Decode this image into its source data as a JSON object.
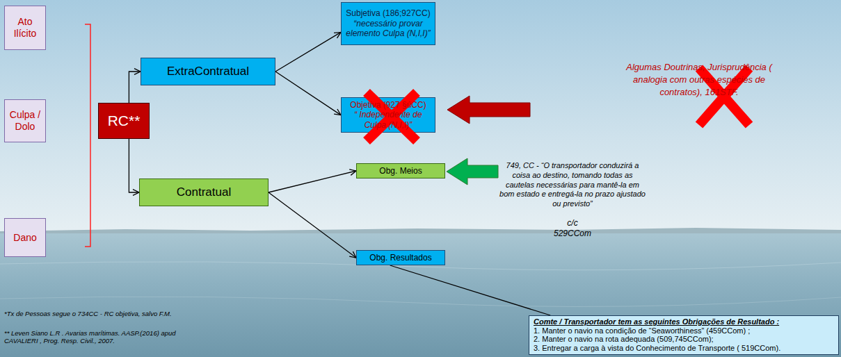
{
  "diagram": {
    "nodes": [
      {
        "text": [
          "Ato Ilícito"
        ]
      },
      {
        "text": [
          "Culpa / Dolo"
        ]
      },
      {
        "text": [
          "RC**"
        ]
      },
      {
        "text": [
          "ExtraContratual"
        ]
      },
      {
        "text": [
          "Subjetiva (186;927CC)",
          "“necessário provar elemento Culpa (N,I,I)”"
        ]
      },
      {
        "text": [
          "Objetiva (927 §úCC)",
          "“ Independente de Culpa (N,I,I)”"
        ]
      },
      {
        "text": [
          "Contratual"
        ]
      },
      {
        "text": [
          "Obg. Meios"
        ]
      },
      {
        "text": [
          "Obg. Resultados"
        ]
      },
      {
        "text": [
          "Dano"
        ]
      },
      {
        "text": [
          "Comte / Transportador tem as seguintes Obrigações de Resultado :",
          "1. Manter o navio na condição de “Seaworthiness” (459CCom) ;",
          "2. Manter o navio na rota adequada (509,745CCom);",
          "3. Entregar a carga à vista do Conhecimento de Transporte ( 519CCom)."
        ]
      }
    ],
    "edges": [
      {
        "from": 2,
        "to": 3,
        "arrow": "to"
      },
      {
        "from": 2,
        "to": 6,
        "arrow": "to"
      },
      {
        "from": 3,
        "to": 4,
        "arrow": "to"
      },
      {
        "from": 3,
        "to": 5,
        "arrow": "to"
      },
      {
        "from": 6,
        "to": 7,
        "arrow": "to"
      },
      {
        "from": 6,
        "to": 8,
        "arrow": "to"
      },
      {
        "from": 8,
        "to": 10,
        "arrow": "none"
      }
    ],
    "labels": [
      "Algumas Doutrinas, Jurisprudência ( analogia com outras espécies de contratos), 161STF.",
      "749, CC - “O transportador conduzirá a coisa ao destino, tomando todas as cautelas necessárias para mantê-la em bom estado e entregá-la no prazo ajustado ou previsto”",
      "c/c",
      "529CCom",
      "*Tx de Pessoas segue o 734CC - RC objetiva, salvo F.M.",
      "** Leven Siano L.R . Avarias marítimas. AASP.(2016) apud CAVALIERI , Prog. Resp. Civil., 2007."
    ]
  }
}
